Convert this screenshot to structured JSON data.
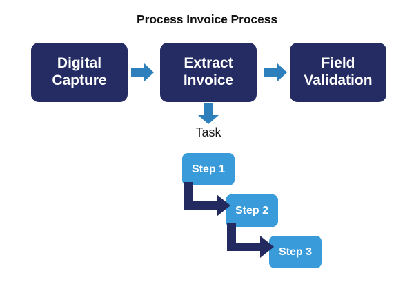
{
  "diagram": {
    "title": "Process Invoice Process",
    "colors": {
      "navy": "#252c63",
      "arrow_blue": "#2e80bd",
      "step_blue": "#3a9bda",
      "background": "#ffffff",
      "box_text": "#ffffff",
      "caption_text": "#1a1a1a"
    },
    "process_boxes": [
      {
        "label": "Digital\nCapture",
        "line1": "Digital",
        "line2": "Capture"
      },
      {
        "label": "Extract\nInvoice",
        "line1": "Extract",
        "line2": "Invoice"
      },
      {
        "label": "Field\nValidation",
        "line1": "Field",
        "line2": "Validation"
      }
    ],
    "flow_arrows": [
      {
        "name": "arrow-digital-capture-to-extract-invoice",
        "direction": "right"
      },
      {
        "name": "arrow-extract-invoice-to-field-validation",
        "direction": "right"
      }
    ],
    "task_branch": {
      "arrow_direction": "down",
      "caption": "Task"
    },
    "steps": [
      {
        "label": "Step 1"
      },
      {
        "label": "Step 2"
      },
      {
        "label": "Step 3"
      }
    ],
    "step_connectors": [
      {
        "name": "elbow-step1-to-step2",
        "shape": "down-then-right"
      },
      {
        "name": "elbow-step2-to-step3",
        "shape": "down-then-right"
      }
    ]
  }
}
